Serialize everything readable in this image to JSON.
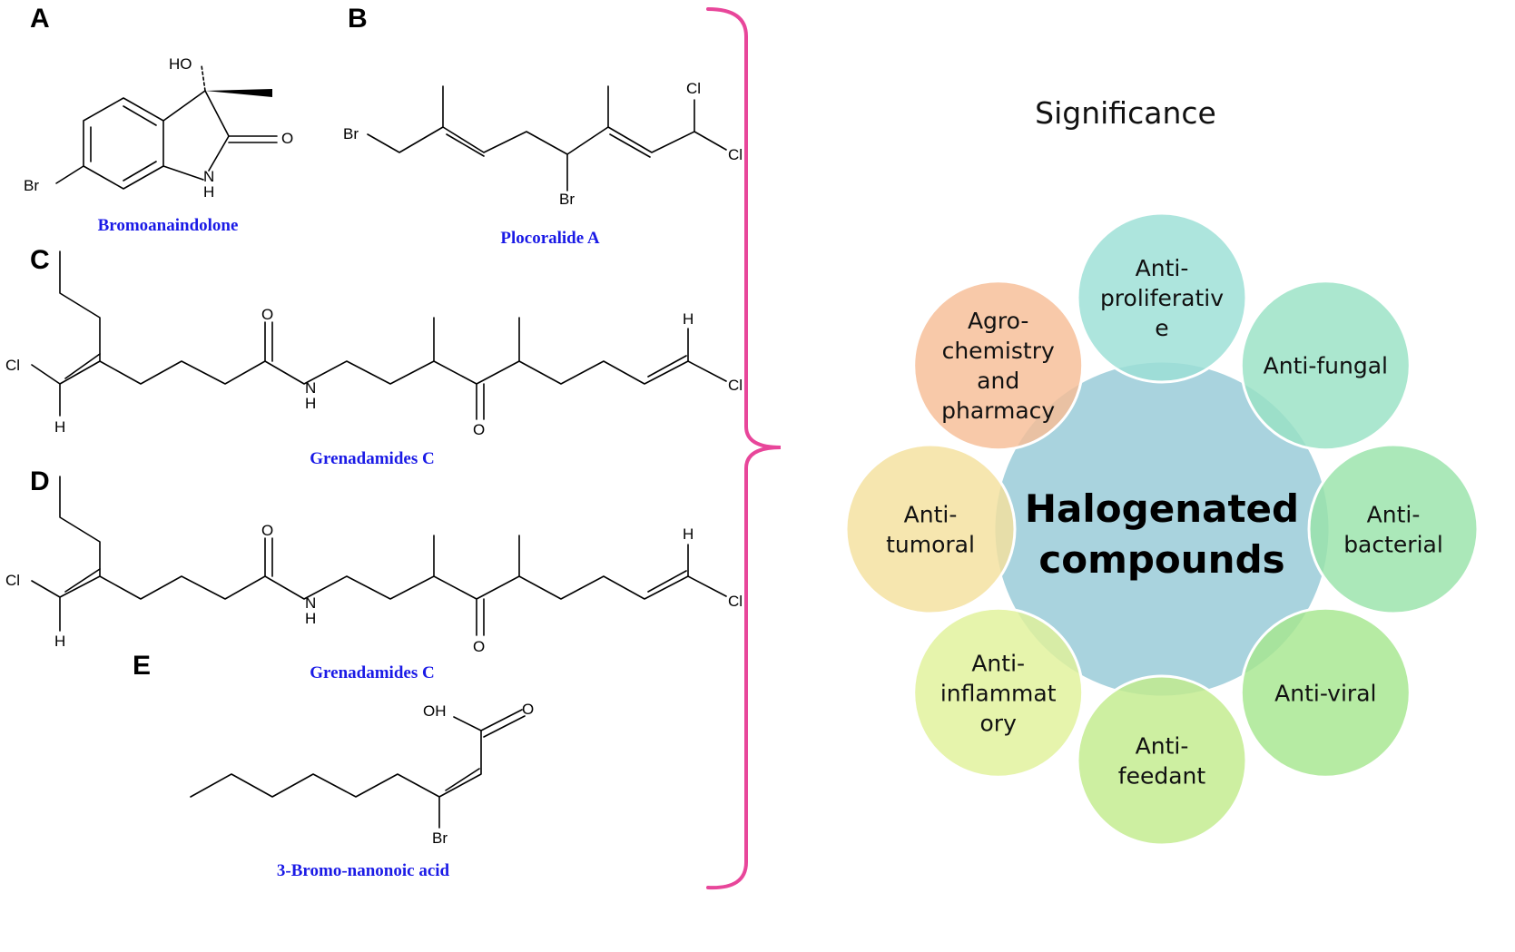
{
  "panels": {
    "a": {
      "letter": "A",
      "name": "Bromoanaindolone",
      "atoms": {
        "ho": "HO",
        "o": "O",
        "nh_n": "N",
        "nh_h": "H",
        "br": "Br"
      }
    },
    "b": {
      "letter": "B",
      "name": "Plocoralide A",
      "atoms": {
        "br1": "Br",
        "br2": "Br",
        "cl1": "Cl",
        "cl2": "Cl"
      }
    },
    "c": {
      "letter": "C",
      "name": "Grenadamides C",
      "atoms": {
        "cl1": "Cl",
        "h1": "H",
        "o1": "O",
        "n": "N",
        "nh": "H",
        "o2": "O",
        "h2": "H",
        "cl2": "Cl"
      }
    },
    "d": {
      "letter": "D",
      "name": "Grenadamides C",
      "atoms": {
        "cl1": "Cl",
        "h1": "H",
        "o1": "O",
        "n": "N",
        "nh": "H",
        "o2": "O",
        "h2": "H",
        "cl2": "Cl"
      }
    },
    "e": {
      "letter": "E",
      "name": "3-Bromo-nanonoic acid",
      "atoms": {
        "oh": "OH",
        "o": "O",
        "br": "Br"
      }
    }
  },
  "diagram": {
    "title": "Significance",
    "center": {
      "line1": "Halogenated",
      "line2": "compounds",
      "color": "#a9d3de"
    },
    "items": [
      {
        "lines": [
          "Anti-",
          "proliferativ",
          "e"
        ],
        "color": "#9bdfd6"
      },
      {
        "lines": [
          "Anti-fungal"
        ],
        "color": "#98e2c4"
      },
      {
        "lines": [
          "Anti-",
          "bacterial"
        ],
        "color": "#98e3a9"
      },
      {
        "lines": [
          "Anti-viral"
        ],
        "color": "#a6e78f"
      },
      {
        "lines": [
          "Anti-",
          "feedant"
        ],
        "color": "#c2ec8c"
      },
      {
        "lines": [
          "Anti-",
          "inflammat",
          "ory"
        ],
        "color": "#e1f19a"
      },
      {
        "lines": [
          "Anti-",
          "tumoral"
        ],
        "color": "#f4e09e"
      },
      {
        "lines": [
          "Agro-",
          "chemistry",
          "and",
          "pharmacy"
        ],
        "color": "#f6bd96"
      }
    ]
  },
  "bracket_color": "#e8469a"
}
